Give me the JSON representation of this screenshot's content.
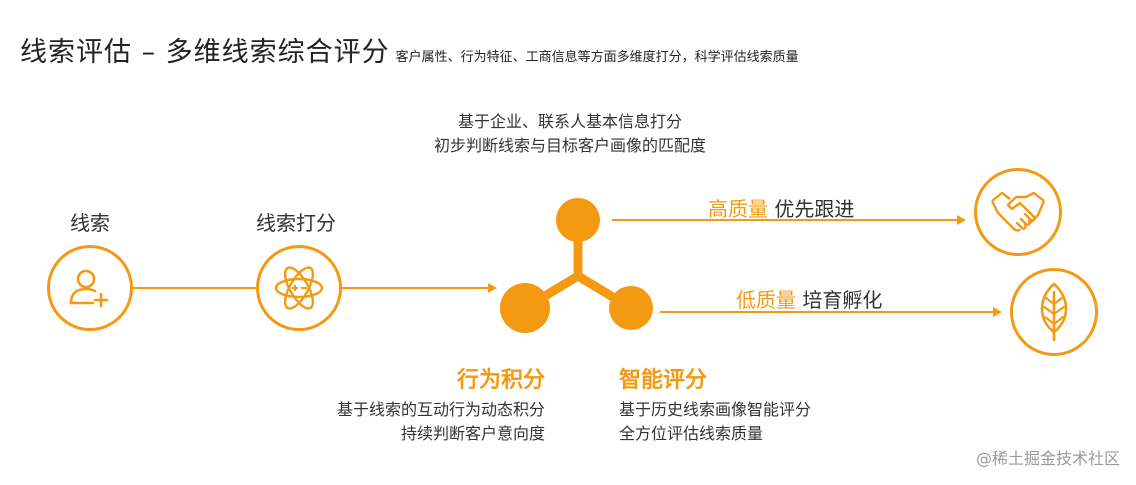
{
  "title": {
    "main": "线索评估 – 多维线索综合评分",
    "sub": "客户属性、行为特征、工商信息等方面多维度打分，科学评估线索质量"
  },
  "top_desc": [
    "基于企业、联系人基本信息打分",
    "初步判断线索与目标客户画像的匹配度"
  ],
  "nodes": {
    "leads_label": "线索",
    "scoring_label": "线索打分",
    "leads_icon": "add-user-icon",
    "scoring_icon": "atom-icon"
  },
  "outcomes": {
    "high": {
      "colored": "高质量",
      "rest": "优先跟进",
      "icon": "handshake-icon"
    },
    "low": {
      "colored": "低质量",
      "rest": "培育孵化",
      "icon": "leaf-icon"
    }
  },
  "behavior": {
    "title": "行为积分",
    "lines": [
      "基于线索的互动行为动态积分",
      "持续判断客户意向度"
    ]
  },
  "smart": {
    "title": "智能评分",
    "lines": [
      "基于历史线索画像智能评分",
      "全方位评估线索质量"
    ]
  },
  "watermark": "@稀土掘金技术社区",
  "colors": {
    "accent": "#f39a12",
    "text": "#333333"
  }
}
